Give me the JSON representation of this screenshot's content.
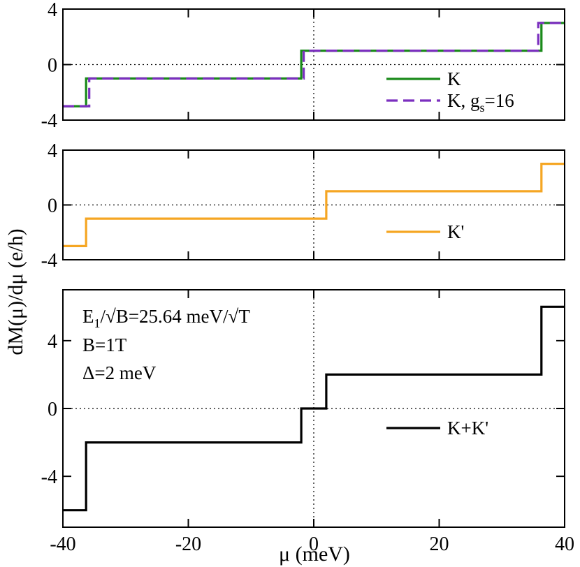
{
  "chart_data": {
    "type": "line",
    "xlabel": "μ (meV)",
    "ylabel": "dM(μ)/dμ (e/h)",
    "xlim": [
      -40,
      40
    ],
    "xticks": [
      -40,
      -20,
      0,
      20,
      40
    ],
    "annotations": {
      "e1_label": "E",
      "e1_sub": "1",
      "e1_rest": "/√B=25.64 meV/√T",
      "b_field": "B=1T",
      "delta": "Δ=2 meV"
    },
    "panels": [
      {
        "ylim": [
          -4,
          4
        ],
        "yticks": [
          -4,
          0,
          4
        ],
        "legend_position": "bottom-right",
        "series": [
          {
            "name": "K",
            "legend_text": "K",
            "color": "#1a8a1a",
            "dash": "solid",
            "x": [
              -40,
              -36.3,
              -36.3,
              -2,
              -2,
              36.3,
              36.3,
              40
            ],
            "y": [
              -3,
              -3,
              -1,
              -1,
              1,
              1,
              3,
              3
            ]
          },
          {
            "name": "K, g_s=16",
            "legend_text": "K, g",
            "legend_sub": "s",
            "legend_suffix": "=16",
            "color": "#7b2fbf",
            "dash": "dashed",
            "x": [
              -40,
              -35.8,
              -35.8,
              -1.6,
              -1.6,
              35.8,
              35.8,
              40
            ],
            "y": [
              -3,
              -3,
              -1,
              -1,
              1,
              1,
              3,
              3
            ]
          }
        ]
      },
      {
        "ylim": [
          -4,
          4
        ],
        "yticks": [
          -4,
          0,
          4
        ],
        "legend_position": "bottom-right",
        "series": [
          {
            "name": "K'",
            "legend_text": "K'",
            "color": "#f5a623",
            "dash": "solid",
            "x": [
              -40,
              -36.3,
              -36.3,
              2,
              2,
              36.3,
              36.3,
              40
            ],
            "y": [
              -3,
              -3,
              -1,
              -1,
              1,
              1,
              3,
              3
            ]
          }
        ]
      },
      {
        "ylim": [
          -7,
          7
        ],
        "yticks": [
          -4,
          0,
          4
        ],
        "legend_position": "bottom-right",
        "series": [
          {
            "name": "K+K'",
            "legend_text": "K+K'",
            "color": "#000000",
            "dash": "solid",
            "x": [
              -40,
              -36.3,
              -36.3,
              -2,
              -2,
              2,
              2,
              36.3,
              36.3,
              40
            ],
            "y": [
              -6,
              -6,
              -2,
              -2,
              0,
              0,
              2,
              2,
              6,
              6
            ]
          }
        ]
      }
    ]
  }
}
